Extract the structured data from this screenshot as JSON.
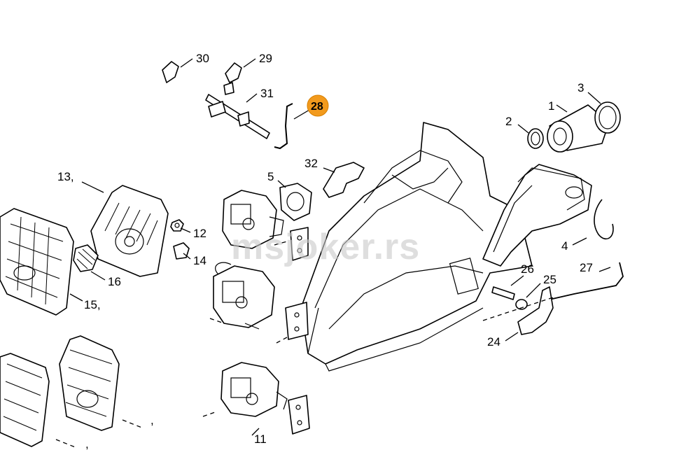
{
  "diagram": {
    "highlight_color": "#f29a1d",
    "highlighted_label": "28",
    "watermark": "msjoker.rs",
    "labels": {
      "l1": "1",
      "l2": "2",
      "l3": "3",
      "l4": "4",
      "l5": "5",
      "l11": "11",
      "l12": "12",
      "l13": "13,",
      "l14": "14",
      "l15": "15,",
      "l16": "16",
      "l24": "24",
      "l25": "25",
      "l26": "26",
      "l27": "27",
      "l28": "28",
      "l29": "29",
      "l30": "30",
      "l31": "31",
      "l32": "32",
      "c1": ",",
      "c2": ","
    }
  }
}
